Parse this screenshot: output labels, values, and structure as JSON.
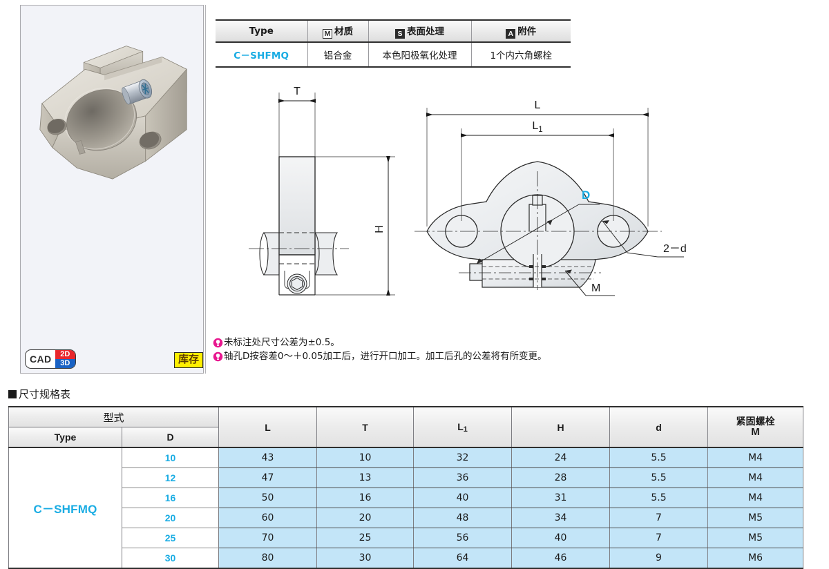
{
  "material_table": {
    "headers": [
      {
        "badge": null,
        "label": "Type"
      },
      {
        "badge": "M",
        "label": "材质"
      },
      {
        "badge": "S",
        "label": "表面处理"
      },
      {
        "badge": "A",
        "label": "附件"
      }
    ],
    "row": {
      "type": "C－SHFMQ",
      "material": "铝合金",
      "surface": "本色阳极氧化处理",
      "accessory": "1个内六角螺栓"
    }
  },
  "photo_panel": {
    "cad_label": "CAD",
    "cad_2d": "2D",
    "cad_3d": "3D",
    "stock_label": "库存",
    "alt": "铝合金开口式轴支座立体图"
  },
  "drawing": {
    "labels": {
      "T": "T",
      "H": "H",
      "L": "L",
      "L1_base": "L",
      "L1_sub": "1",
      "D": "D",
      "two_d": "2－d",
      "M": "M"
    },
    "accent_color": "#19ace3"
  },
  "notes": [
    "未标注处尺寸公差为±0.5。",
    "轴孔D按容差0～＋0.05加工后，进行开口加工。加工后孔的公差将有所变更。"
  ],
  "spec_section": {
    "heading": "尺寸规格表",
    "group_header": "型式",
    "columns": [
      {
        "key": "type",
        "label": "Type"
      },
      {
        "key": "D",
        "label": "D"
      },
      {
        "key": "L",
        "label": "L"
      },
      {
        "key": "T",
        "label": "T"
      },
      {
        "key": "L1",
        "label": "L",
        "sub": "1"
      },
      {
        "key": "H",
        "label": "H"
      },
      {
        "key": "d",
        "label": "d"
      },
      {
        "key": "M",
        "label_top": "紧固螺栓",
        "label_bottom": "M"
      }
    ],
    "type_value": "C－SHFMQ",
    "rows": [
      {
        "D": "10",
        "L": "43",
        "T": "10",
        "L1": "32",
        "H": "24",
        "d": "5.5",
        "M": "M4"
      },
      {
        "D": "12",
        "L": "47",
        "T": "13",
        "L1": "36",
        "H": "28",
        "d": "5.5",
        "M": "M4"
      },
      {
        "D": "16",
        "L": "50",
        "T": "16",
        "L1": "40",
        "H": "31",
        "d": "5.5",
        "M": "M4"
      },
      {
        "D": "20",
        "L": "60",
        "T": "20",
        "L1": "48",
        "H": "34",
        "d": "7",
        "M": "M5"
      },
      {
        "D": "25",
        "L": "70",
        "T": "25",
        "L1": "56",
        "H": "40",
        "d": "7",
        "M": "M5"
      },
      {
        "D": "30",
        "L": "80",
        "T": "30",
        "L1": "64",
        "H": "46",
        "d": "9",
        "M": "M6"
      }
    ]
  },
  "colors": {
    "accent_cyan": "#19ace3",
    "value_cell_blue": "#c3e5f8",
    "note_magenta": "#e8178f",
    "stock_yellow": "#ffef00",
    "cad_red": "#e8262b",
    "cad_blue": "#1a62c4"
  }
}
